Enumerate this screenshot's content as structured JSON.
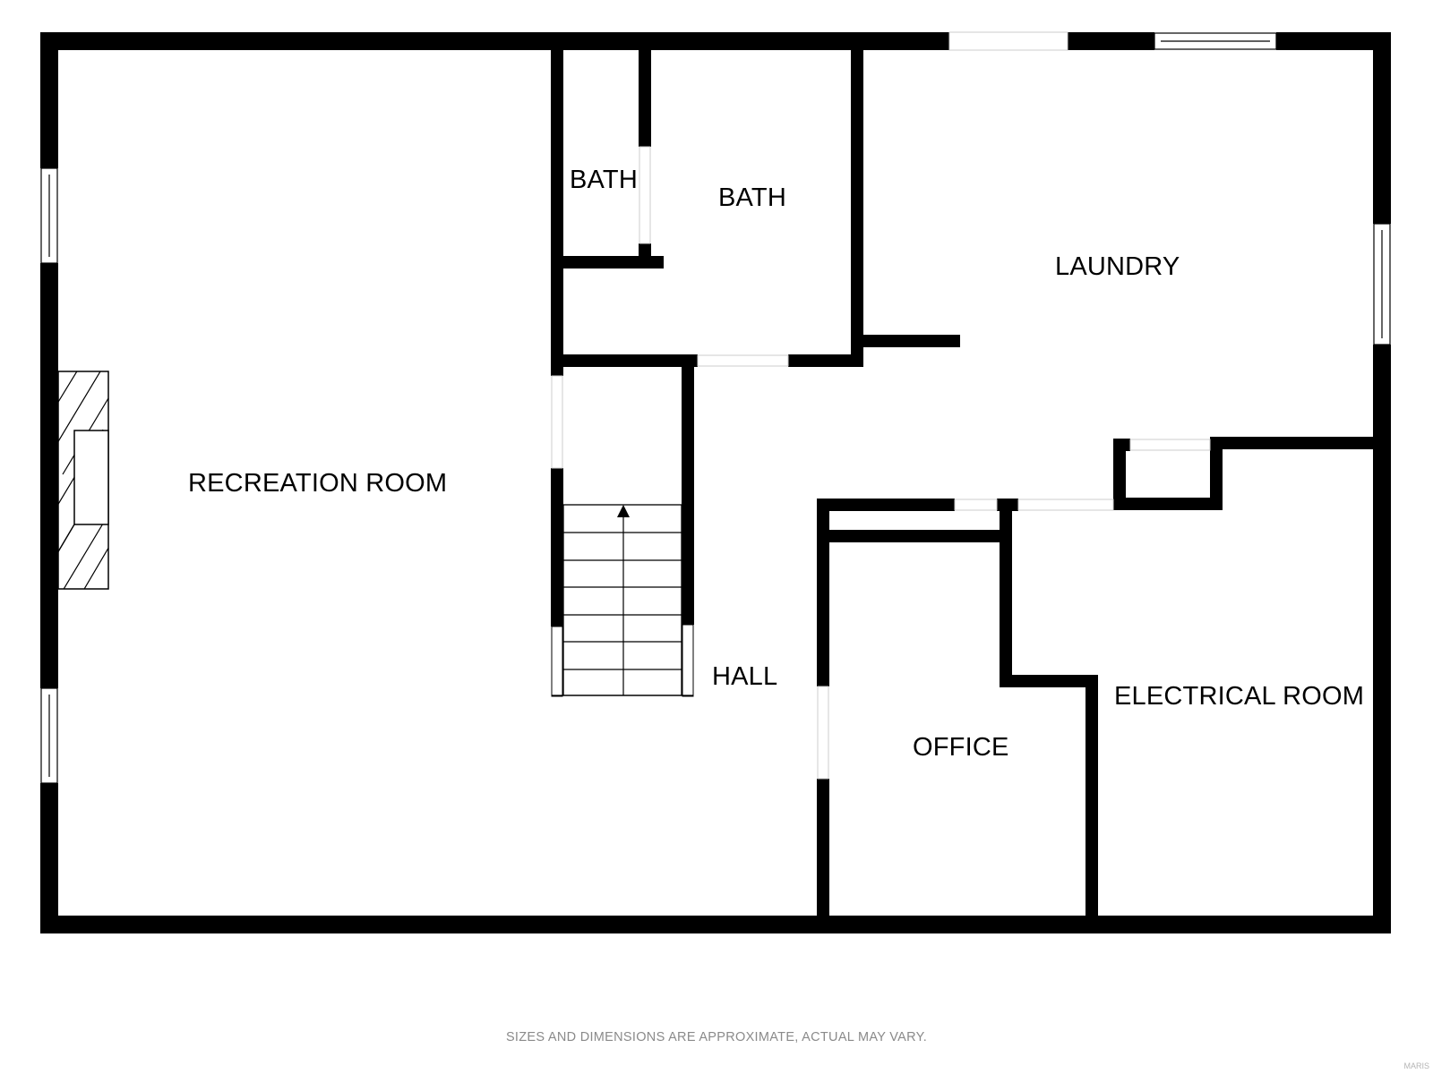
{
  "plan": {
    "rooms": [
      {
        "id": "recreation-room",
        "label": "RECREATION ROOM"
      },
      {
        "id": "bath-small",
        "label": "BATH"
      },
      {
        "id": "bath",
        "label": "BATH"
      },
      {
        "id": "laundry",
        "label": "LAUNDRY"
      },
      {
        "id": "hall",
        "label": "HALL"
      },
      {
        "id": "office",
        "label": "OFFICE"
      },
      {
        "id": "electrical-room",
        "label": "ELECTRICAL ROOM"
      }
    ],
    "colors": {
      "wall": "#000000",
      "background": "#ffffff",
      "disclaimer_text": "#8a8a8a"
    }
  },
  "footer": {
    "disclaimer": "SIZES AND DIMENSIONS ARE APPROXIMATE, ACTUAL MAY VARY.",
    "watermark": "MARIS"
  }
}
